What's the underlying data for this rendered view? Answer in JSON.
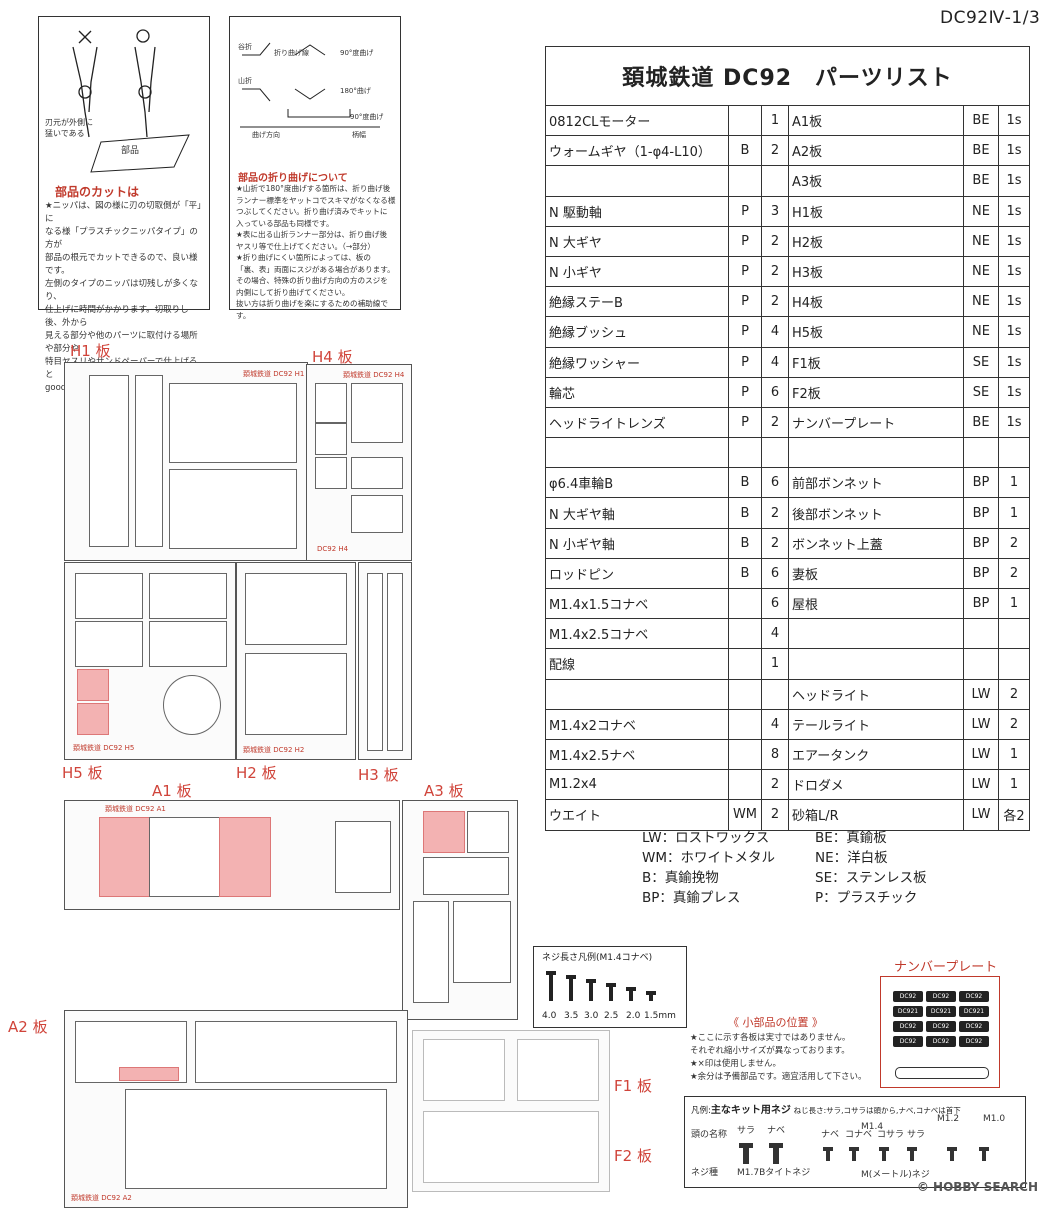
{
  "page_code": "DC92Ⅳ-1/3",
  "cut_box": {
    "title": "部品のカットは",
    "caption": "刃元が外側に\n猛いである",
    "part_label": "部品",
    "text": "★ニッパは、図の様に刃の切取側が「平」に\nなる様「プラスチックニッパタイプ」の方が\n部品の根元でカットできるので、良い様です。\n左側のタイプのニッパは切残しが多くなり、\n仕上げに時間がかかります。切取りし後、外から\n見える部分や他のパーツに取付ける場所や部分や\n特目ヤスリやサンドペーパーで仕上げると\ngoodです。"
  },
  "fold_box": {
    "title": "部品の折り曲げについて",
    "labels": [
      "谷折",
      "山折",
      "折り曲げ線",
      "90°度曲げ",
      "180°曲げ",
      "90°度曲げ",
      "曲げ方向",
      "柄幅"
    ],
    "text": "★山折で180°度曲げする箇所は、折り曲げ後\nランナー標準をヤットコでスキマがなくなる様\nつぶしてください。折り曲げ済みでキットに\n入っている部品も同様です。\n★表に出る山折ランナー部分は、折り曲げ後\nヤスリ等で仕上げてください。（→部分）\n★折り曲げにくい箇所によっては、板の\n「裏、表」両面にスジがある場合があります。\nその場合、特殊の折り曲げ方向の方のスジを\n内側にして折り曲げてください。\n抜い方は折り曲げを楽にするための補助線です。"
  },
  "parts_list": {
    "title": "頚城鉄道 DC92　パーツリスト",
    "rows": [
      [
        [
          "0812CLモーター",
          "",
          "1"
        ],
        [
          "A1板",
          "BE",
          "1s"
        ]
      ],
      [
        [
          "ウォームギヤ（1-φ4-L10）",
          "B",
          "2"
        ],
        [
          "A2板",
          "BE",
          "1s"
        ]
      ],
      [
        [
          "",
          "",
          ""
        ],
        [
          "A3板",
          "BE",
          "1s"
        ]
      ],
      [
        [
          "N 駆動軸",
          "P",
          "3"
        ],
        [
          "H1板",
          "NE",
          "1s"
        ]
      ],
      [
        [
          "N 大ギヤ",
          "P",
          "2"
        ],
        [
          "H2板",
          "NE",
          "1s"
        ]
      ],
      [
        [
          "N 小ギヤ",
          "P",
          "2"
        ],
        [
          "H3板",
          "NE",
          "1s"
        ]
      ],
      [
        [
          "絶縁ステーB",
          "P",
          "2"
        ],
        [
          "H4板",
          "NE",
          "1s"
        ]
      ],
      [
        [
          "絶縁ブッシュ",
          "P",
          "4"
        ],
        [
          "H5板",
          "NE",
          "1s"
        ]
      ],
      [
        [
          "絶縁ワッシャー",
          "P",
          "4"
        ],
        [
          "F1板",
          "SE",
          "1s"
        ]
      ],
      [
        [
          "輪芯",
          "P",
          "6"
        ],
        [
          "F2板",
          "SE",
          "1s"
        ]
      ],
      [
        [
          "ヘッドライトレンズ",
          "P",
          "2"
        ],
        [
          "ナンバープレート",
          "BE",
          "1s"
        ]
      ],
      [
        [
          "",
          "",
          ""
        ],
        [
          "",
          "",
          ""
        ]
      ],
      [
        [
          "φ6.4車輪B",
          "B",
          "6"
        ],
        [
          "前部ボンネット",
          "BP",
          "1"
        ]
      ],
      [
        [
          "N 大ギヤ軸",
          "B",
          "2"
        ],
        [
          "後部ボンネット",
          "BP",
          "1"
        ]
      ],
      [
        [
          "N 小ギヤ軸",
          "B",
          "2"
        ],
        [
          "ボンネット上蓋",
          "BP",
          "2"
        ]
      ],
      [
        [
          "ロッドピン",
          "B",
          "6"
        ],
        [
          "妻板",
          "BP",
          "2"
        ]
      ],
      [
        [
          "M1.4x1.5コナベ",
          "",
          "6"
        ],
        [
          "屋根",
          "BP",
          "1"
        ]
      ],
      [
        [
          "M1.4x2.5コナベ",
          "",
          "4"
        ],
        [
          "",
          "",
          ""
        ]
      ],
      [
        [
          "配線",
          "",
          "1"
        ],
        [
          "",
          "",
          ""
        ]
      ],
      [
        [
          "",
          "",
          ""
        ],
        [
          "ヘッドライト",
          "LW",
          "2"
        ]
      ],
      [
        [
          "M1.4x2コナベ",
          "",
          "4"
        ],
        [
          "テールライト",
          "LW",
          "2"
        ]
      ],
      [
        [
          "M1.4x2.5ナベ",
          "",
          "8"
        ],
        [
          "エアータンク",
          "LW",
          "1"
        ]
      ],
      [
        [
          "M1.2x4",
          "",
          "2"
        ],
        [
          "ドロダメ",
          "LW",
          "1"
        ]
      ],
      [
        [
          "ウエイト",
          "WM",
          "2"
        ],
        [
          "砂箱L/R",
          "LW",
          "各2"
        ]
      ]
    ]
  },
  "legend": {
    "left": [
      "LW：ロストワックス",
      "WM：ホワイトメタル",
      "B：真鍮挽物",
      "BP：真鍮プレス"
    ],
    "right": [
      "BE：真鍮板",
      "NE：洋白板",
      "SE：ステンレス板",
      "P：プラスチック"
    ]
  },
  "sheets": {
    "h1": "H1 板",
    "h4": "H4 板",
    "h5": "H5 板",
    "a1": "A1 板",
    "h2": "H2 板",
    "h3": "H3 板",
    "a3": "A3 板",
    "a2": "A2 板",
    "f1": "F1 板",
    "f2": "F2 板"
  },
  "sheet_stamps": {
    "h1": "頚城鉄道 DC92 H1",
    "h4": "頚城鉄道 DC92 H4",
    "h4b": "DC92 H4",
    "h5": "頚城鉄道 DC92 H5",
    "h2": "頚城鉄道 DC92 H2",
    "a1": "頚城鉄道 DC92 A1",
    "a2": "頚城鉄道 DC92 A2"
  },
  "screw_sample": {
    "title": "ネジ長さ凡例(M1.4コナベ)",
    "lengths": [
      "4.0",
      "3.5",
      "3.0",
      "2.5",
      "2.0",
      "1.5mm"
    ]
  },
  "number_plate": {
    "title": "ナンバープレート",
    "plates": [
      "DC92",
      "DC92",
      "DC92",
      "DC921",
      "DC921",
      "DC921",
      "DC92",
      "DC92",
      "DC92",
      "DC92",
      "DC92",
      "DC92"
    ]
  },
  "small_parts": {
    "title": "《 小部品の位置 》",
    "text": "★ここに示す各板は実寸ではありません。\nそれぞれ縮小サイズが異なっております。\n★×印は使用しません。\n★余分は予備部品です。適宜活用して下さい。"
  },
  "screw_guide": {
    "header_prefix": "凡例:",
    "header_bold": "主なキット用ネジ",
    "header_note": "ねじ長さ:サラ,コサラは頭から,ナベ,コナベは首下",
    "row1_label": "頭の名称",
    "row2_label": "ネジ種",
    "left_names": [
      "サラ",
      "ナベ"
    ],
    "left_type": "M1.7Bタイトネジ",
    "right_names": [
      "ナベ",
      "コナベ",
      "コサラ",
      "サラ"
    ],
    "right_type": "M(メートル)ネジ",
    "sizes": [
      "M1.4",
      "M1.2",
      "M1.0"
    ]
  },
  "watermark": "© HOBBY SEARCH"
}
